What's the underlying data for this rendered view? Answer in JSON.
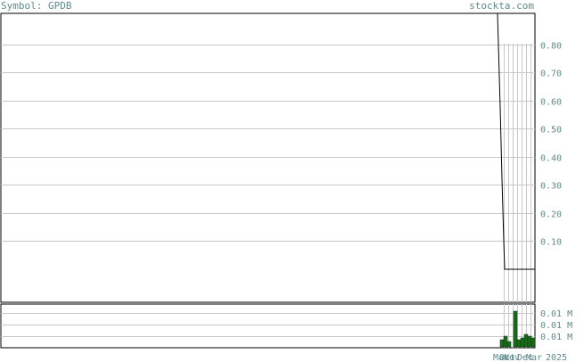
{
  "header": {
    "symbol": "Symbol: GPDB",
    "site": "stockta.com"
  },
  "colors": {
    "frame": "#000000",
    "grid": "#c8c8c8",
    "text": "#5f8b8b",
    "line": "#000000",
    "volume": "#1a6b1a"
  },
  "chart_data": [
    {
      "type": "line",
      "ylim": [
        0,
        0.9
      ],
      "yticks": [
        "0.80",
        "0.70",
        "0.60",
        "0.50",
        "0.40",
        "0.30",
        "0.20",
        "0.10"
      ],
      "ytick_values": [
        0.8,
        0.7,
        0.6,
        0.5,
        0.4,
        0.3,
        0.2,
        0.1
      ],
      "series": [
        {
          "x": [
            0.0,
            0.15,
            0.3,
            0.45,
            0.6,
            1.0
          ],
          "values": [
            0.9,
            0.5,
            0.2,
            0.12,
            0.0,
            0.0
          ]
        }
      ],
      "grid": true
    },
    {
      "type": "bar",
      "yticks": [
        "0.01 M",
        "0.01 M",
        "0.01 M"
      ],
      "values": [
        0.2,
        0.3,
        0.15,
        1.0,
        0.2,
        0.25,
        0.35,
        0.3,
        0.25
      ],
      "xtick_labels": [
        "Mar",
        "Oct",
        "Nov",
        "Dec",
        "Mar",
        "2025"
      ]
    }
  ]
}
